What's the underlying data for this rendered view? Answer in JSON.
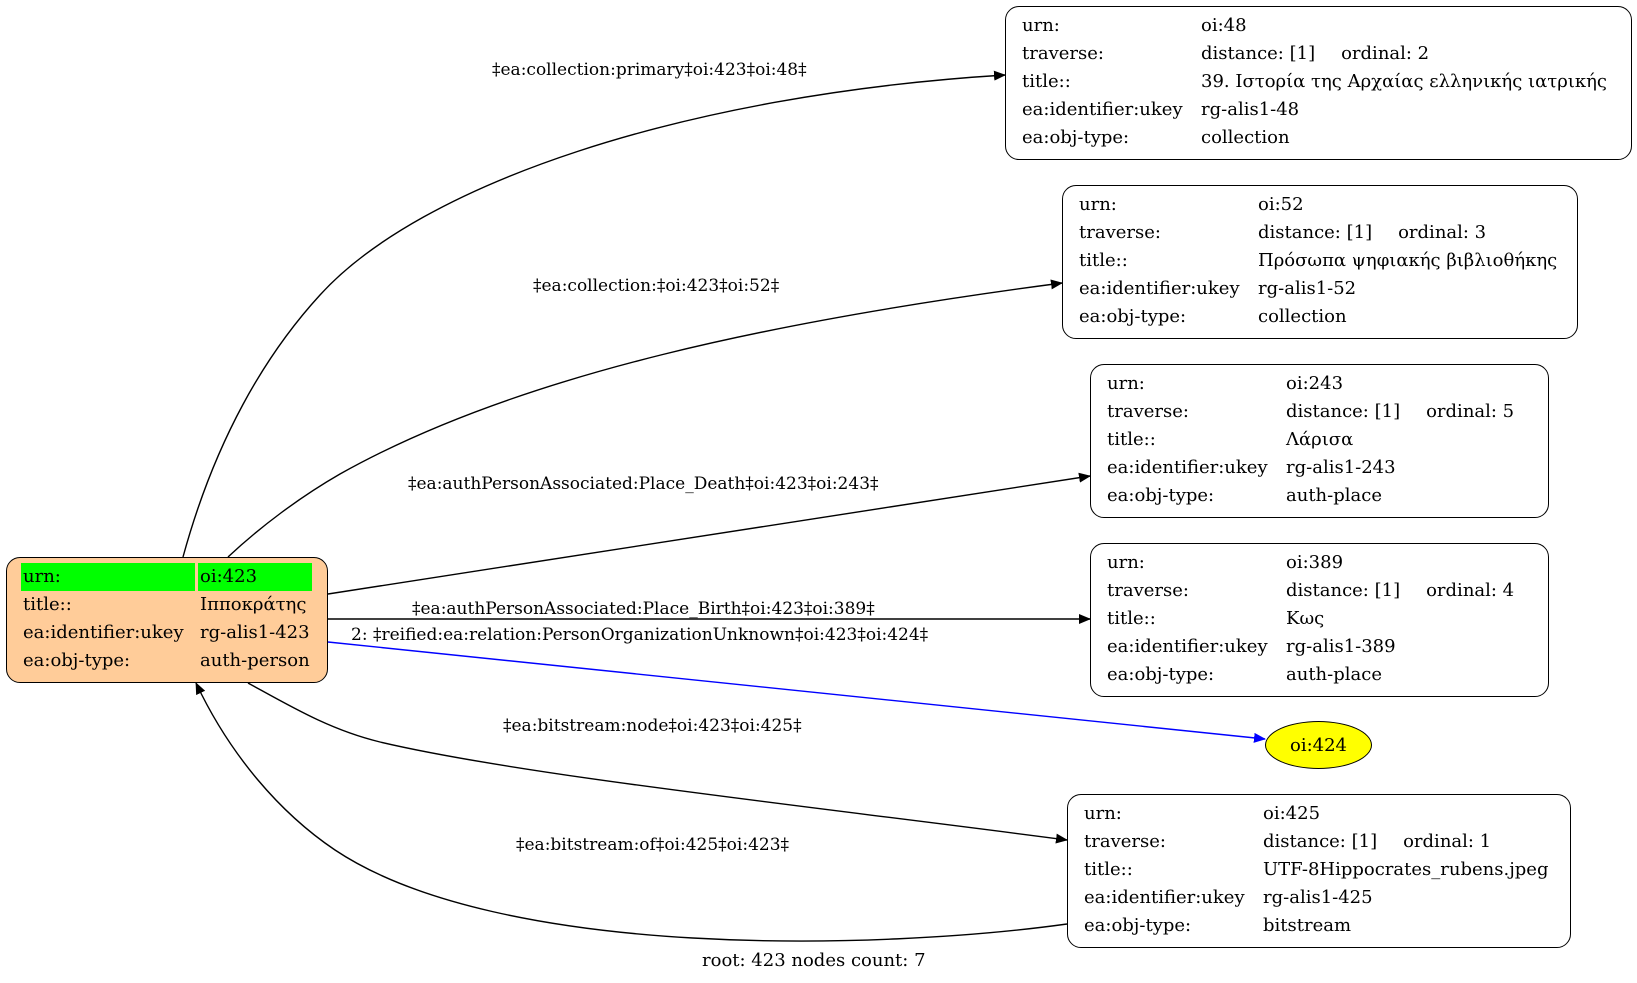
{
  "root": {
    "rows": [
      {
        "key": "urn:",
        "value": "oi:423"
      },
      {
        "key": "title::",
        "value": "Ιπποκράτης"
      },
      {
        "key": "ea:identifier:ukey",
        "value": "rg-alis1-423"
      },
      {
        "key": "ea:obj-type:",
        "value": "auth-person"
      }
    ],
    "fill_color": "#ffcc99",
    "highlight_color": "#00ff00"
  },
  "nodes": [
    {
      "urn": "oi:48",
      "distance": "distance: [1]",
      "ordinal": "ordinal: 2",
      "title": "39. Ιστορία της Αρχαίας ελληνικής ιατρικής",
      "ukey": "rg-alis1-48",
      "type": "collection"
    },
    {
      "urn": "oi:52",
      "distance": "distance: [1]",
      "ordinal": "ordinal: 3",
      "title": "Πρόσωπα ψηφιακής βιβλιοθήκης",
      "ukey": "rg-alis1-52",
      "type": "collection"
    },
    {
      "urn": "oi:243",
      "distance": "distance: [1]",
      "ordinal": "ordinal: 5",
      "title": "Λάρισα",
      "ukey": "rg-alis1-243",
      "type": "auth-place"
    },
    {
      "urn": "oi:389",
      "distance": "distance: [1]",
      "ordinal": "ordinal: 4",
      "title": "Κως",
      "ukey": "rg-alis1-389",
      "type": "auth-place"
    },
    {
      "urn": "oi:425",
      "distance": "distance: [1]",
      "ordinal": "ordinal: 1",
      "title": "UTF-8Hippocrates_rubens.jpeg",
      "ukey": "rg-alis1-425",
      "type": "bitstream"
    }
  ],
  "field_keys": {
    "urn": "urn:",
    "traverse": "traverse:",
    "title": "title::",
    "ukey": "ea:identifier:ukey",
    "type": "ea:obj-type:"
  },
  "ellipse_node": {
    "label": "oi:424",
    "fill_color": "#ffff00"
  },
  "edges": [
    {
      "label": "‡ea:collection:primary‡oi:423‡oi:48‡",
      "color": "#000000"
    },
    {
      "label": "‡ea:collection:‡oi:423‡oi:52‡",
      "color": "#000000"
    },
    {
      "label": "‡ea:authPersonAssociated:Place_Death‡oi:423‡oi:243‡",
      "color": "#000000"
    },
    {
      "label": "‡ea:authPersonAssociated:Place_Birth‡oi:423‡oi:389‡",
      "color": "#000000"
    },
    {
      "label": "2: ‡reified:ea:relation:PersonOrganizationUnknown‡oi:423‡oi:424‡",
      "color": "#0000ff"
    },
    {
      "label": "‡ea:bitstream:node‡oi:423‡oi:425‡",
      "color": "#000000"
    },
    {
      "label": "‡ea:bitstream:of‡oi:425‡oi:423‡",
      "color": "#000000"
    }
  ],
  "footer": "root: 423 nodes count: 7"
}
